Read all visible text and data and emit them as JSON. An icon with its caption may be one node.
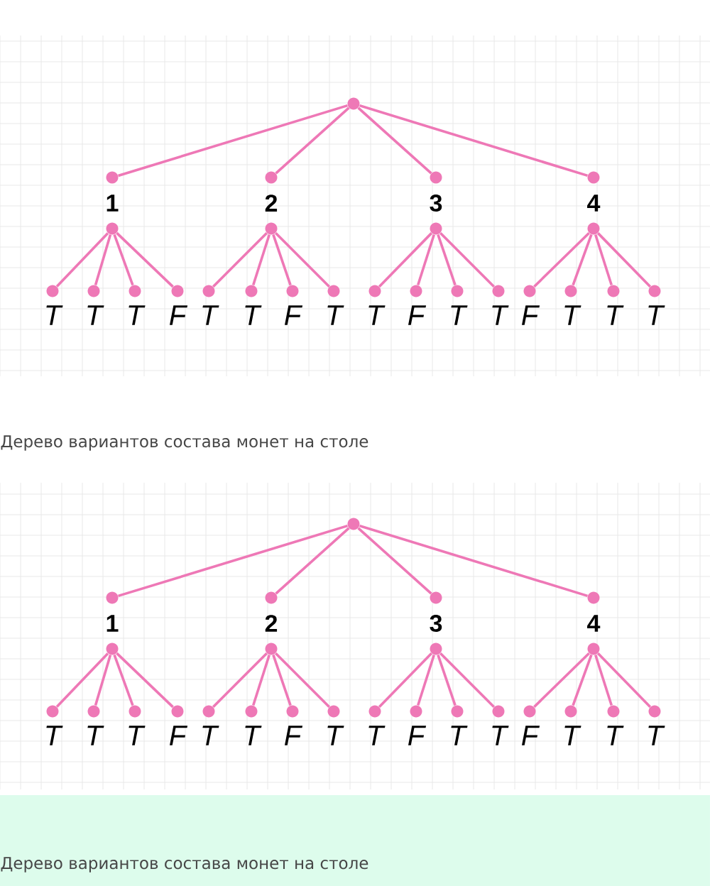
{
  "diagram": {
    "nodes": [
      {
        "text": [],
        "shape": "circle"
      },
      {
        "text": [],
        "shape": "circle"
      },
      {
        "text": [],
        "shape": "circle"
      },
      {
        "text": [],
        "shape": "circle"
      },
      {
        "text": [],
        "shape": "circle"
      },
      {
        "text": [],
        "shape": "circle",
        "beside": [
          "1"
        ]
      },
      {
        "text": [],
        "shape": "circle",
        "beside": [
          "2"
        ]
      },
      {
        "text": [],
        "shape": "circle",
        "beside": [
          "3"
        ]
      },
      {
        "text": [],
        "shape": "circle",
        "beside": [
          "4"
        ]
      },
      {
        "text": [],
        "shape": "circle",
        "beside": [
          "T"
        ]
      },
      {
        "text": [],
        "shape": "circle",
        "beside": [
          "T"
        ]
      },
      {
        "text": [],
        "shape": "circle",
        "beside": [
          "T"
        ]
      },
      {
        "text": [],
        "shape": "circle",
        "beside": [
          "F"
        ]
      },
      {
        "text": [],
        "shape": "circle",
        "beside": [
          "T"
        ]
      },
      {
        "text": [],
        "shape": "circle",
        "beside": [
          "T"
        ]
      },
      {
        "text": [],
        "shape": "circle",
        "beside": [
          "F"
        ]
      },
      {
        "text": [],
        "shape": "circle",
        "beside": [
          "T"
        ]
      },
      {
        "text": [],
        "shape": "circle",
        "beside": [
          "T"
        ]
      },
      {
        "text": [],
        "shape": "circle",
        "beside": [
          "F"
        ]
      },
      {
        "text": [],
        "shape": "circle",
        "beside": [
          "T"
        ]
      },
      {
        "text": [],
        "shape": "circle",
        "beside": [
          "T"
        ]
      },
      {
        "text": [],
        "shape": "circle",
        "beside": [
          "F"
        ]
      },
      {
        "text": [],
        "shape": "circle",
        "beside": [
          "T"
        ]
      },
      {
        "text": [],
        "shape": "circle",
        "beside": [
          "T"
        ]
      },
      {
        "text": [],
        "shape": "circle",
        "beside": [
          "T"
        ]
      },
      {
        "text": [],
        "shape": "circle"
      },
      {
        "text": [],
        "shape": "circle"
      },
      {
        "text": [],
        "shape": "circle"
      },
      {
        "text": [],
        "shape": "circle"
      },
      {
        "text": [],
        "shape": "circle"
      },
      {
        "text": [],
        "shape": "circle",
        "beside": [
          "1"
        ]
      },
      {
        "text": [],
        "shape": "circle",
        "beside": [
          "2"
        ]
      },
      {
        "text": [],
        "shape": "circle",
        "beside": [
          "3"
        ]
      },
      {
        "text": [],
        "shape": "circle",
        "beside": [
          "4"
        ]
      },
      {
        "text": [],
        "shape": "circle",
        "beside": [
          "T"
        ]
      },
      {
        "text": [],
        "shape": "circle",
        "beside": [
          "T"
        ]
      },
      {
        "text": [],
        "shape": "circle",
        "beside": [
          "T"
        ]
      },
      {
        "text": [],
        "shape": "circle",
        "beside": [
          "F"
        ]
      },
      {
        "text": [],
        "shape": "circle",
        "beside": [
          "T"
        ]
      },
      {
        "text": [],
        "shape": "circle",
        "beside": [
          "T"
        ]
      },
      {
        "text": [],
        "shape": "circle",
        "beside": [
          "F"
        ]
      },
      {
        "text": [],
        "shape": "circle",
        "beside": [
          "T"
        ]
      },
      {
        "text": [],
        "shape": "circle",
        "beside": [
          "T"
        ]
      },
      {
        "text": [],
        "shape": "circle",
        "beside": [
          "F"
        ]
      },
      {
        "text": [],
        "shape": "circle",
        "beside": [
          "T"
        ]
      },
      {
        "text": [],
        "shape": "circle",
        "beside": [
          "T"
        ]
      },
      {
        "text": [],
        "shape": "circle",
        "beside": [
          "F"
        ]
      },
      {
        "text": [],
        "shape": "circle",
        "beside": [
          "T"
        ]
      },
      {
        "text": [],
        "shape": "circle",
        "beside": [
          "T"
        ]
      },
      {
        "text": [],
        "shape": "circle",
        "beside": [
          "T"
        ]
      }
    ],
    "edges": [
      {
        "from": 0,
        "to": 1,
        "arrow": "none"
      },
      {
        "from": 0,
        "to": 2,
        "arrow": "none"
      },
      {
        "from": 0,
        "to": 3,
        "arrow": "none"
      },
      {
        "from": 0,
        "to": 4,
        "arrow": "none"
      },
      {
        "from": 5,
        "to": 9,
        "arrow": "none"
      },
      {
        "from": 5,
        "to": 10,
        "arrow": "none"
      },
      {
        "from": 5,
        "to": 11,
        "arrow": "none"
      },
      {
        "from": 5,
        "to": 12,
        "arrow": "none"
      },
      {
        "from": 6,
        "to": 13,
        "arrow": "none"
      },
      {
        "from": 6,
        "to": 14,
        "arrow": "none"
      },
      {
        "from": 6,
        "to": 15,
        "arrow": "none"
      },
      {
        "from": 6,
        "to": 16,
        "arrow": "none"
      },
      {
        "from": 7,
        "to": 17,
        "arrow": "none"
      },
      {
        "from": 7,
        "to": 18,
        "arrow": "none"
      },
      {
        "from": 7,
        "to": 19,
        "arrow": "none"
      },
      {
        "from": 7,
        "to": 20,
        "arrow": "none"
      },
      {
        "from": 8,
        "to": 21,
        "arrow": "none"
      },
      {
        "from": 8,
        "to": 22,
        "arrow": "none"
      },
      {
        "from": 8,
        "to": 23,
        "arrow": "none"
      },
      {
        "from": 8,
        "to": 24,
        "arrow": "none"
      },
      {
        "from": 25,
        "to": 26,
        "arrow": "none"
      },
      {
        "from": 25,
        "to": 27,
        "arrow": "none"
      },
      {
        "from": 25,
        "to": 28,
        "arrow": "none"
      },
      {
        "from": 25,
        "to": 29,
        "arrow": "none"
      },
      {
        "from": 30,
        "to": 34,
        "arrow": "none"
      },
      {
        "from": 30,
        "to": 35,
        "arrow": "none"
      },
      {
        "from": 30,
        "to": 36,
        "arrow": "none"
      },
      {
        "from": 30,
        "to": 37,
        "arrow": "none"
      },
      {
        "from": 31,
        "to": 38,
        "arrow": "none"
      },
      {
        "from": 31,
        "to": 39,
        "arrow": "none"
      },
      {
        "from": 31,
        "to": 40,
        "arrow": "none"
      },
      {
        "from": 31,
        "to": 41,
        "arrow": "none"
      },
      {
        "from": 32,
        "to": 42,
        "arrow": "none"
      },
      {
        "from": 32,
        "to": 43,
        "arrow": "none"
      },
      {
        "from": 32,
        "to": 44,
        "arrow": "none"
      },
      {
        "from": 32,
        "to": 45,
        "arrow": "none"
      },
      {
        "from": 33,
        "to": 46,
        "arrow": "none"
      },
      {
        "from": 33,
        "to": 47,
        "arrow": "none"
      },
      {
        "from": 33,
        "to": 48,
        "arrow": "none"
      },
      {
        "from": 33,
        "to": 49,
        "arrow": "none"
      }
    ],
    "labels": [
      "Дерево вариантов состава монет на столе",
      "Дерево вариантов состава монет на столе"
    ]
  }
}
